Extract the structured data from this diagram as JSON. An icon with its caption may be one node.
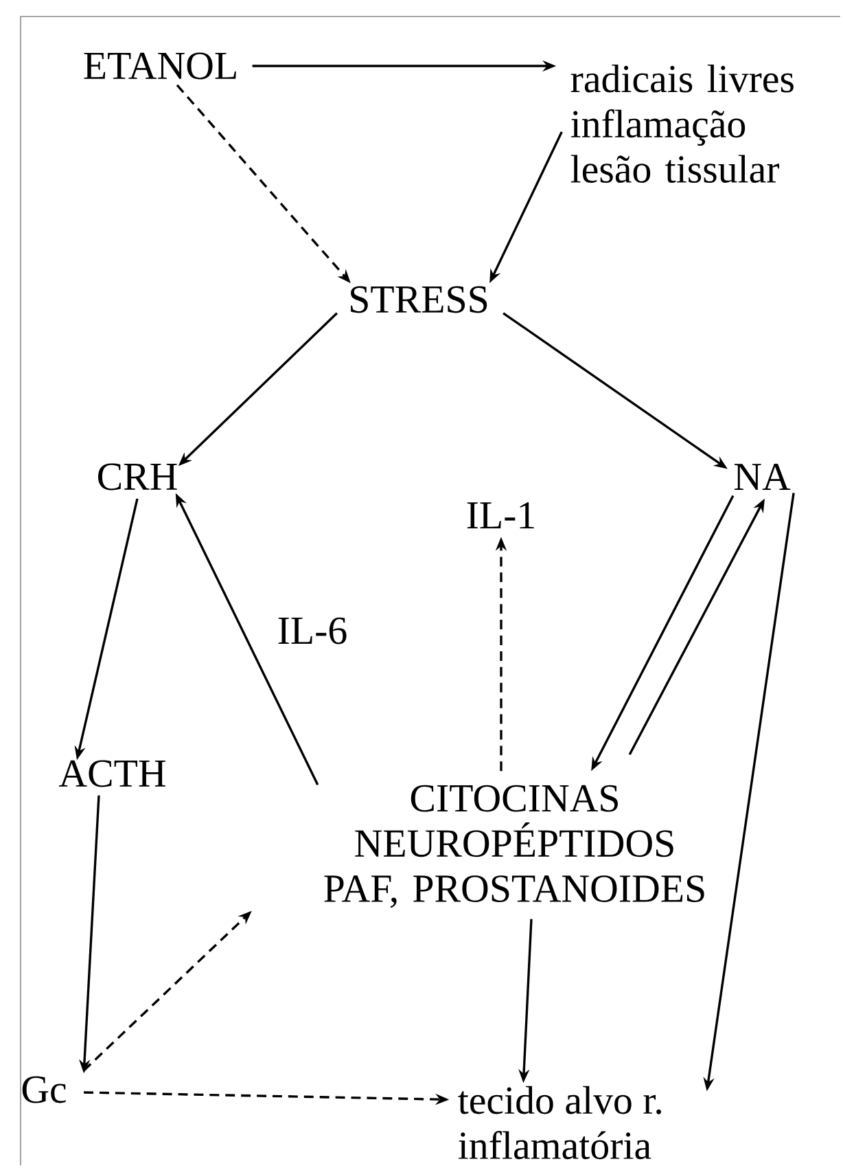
{
  "diagram": {
    "nodes": [
      {
        "text": [
          "ETANOL"
        ]
      },
      {
        "text": [
          "radicais livres inflamação lesão tissular"
        ]
      },
      {
        "text": [
          "STRESS"
        ]
      },
      {
        "text": [
          "CRH"
        ]
      },
      {
        "text": [
          "NA"
        ]
      },
      {
        "text": [
          "IL-1"
        ]
      },
      {
        "text": [
          "ACTH"
        ]
      },
      {
        "text": [
          "CITOCINAS NEUROPÉPTIDOS PAF, PROSTANOIDES"
        ]
      },
      {
        "text": [
          "Gc"
        ]
      },
      {
        "text": [
          "tecido alvo r. inflamatória"
        ]
      }
    ],
    "edges": [
      {
        "from": 0,
        "to": 1,
        "arrow": "to"
      },
      {
        "from": 0,
        "to": 2,
        "arrow": "to",
        "style": "dashed"
      },
      {
        "from": 1,
        "to": 2,
        "arrow": "to"
      },
      {
        "from": 2,
        "to": 3,
        "arrow": "to"
      },
      {
        "from": 2,
        "to": 4,
        "arrow": "to"
      },
      {
        "from": 3,
        "to": 6,
        "arrow": "to"
      },
      {
        "from": 7,
        "to": 3,
        "arrow": "to",
        "label": "IL-6"
      },
      {
        "from": 7,
        "to": 5,
        "arrow": "to",
        "style": "dashed"
      },
      {
        "from": 4,
        "to": 7,
        "arrow": "to"
      },
      {
        "from": 7,
        "to": 4,
        "arrow": "to"
      },
      {
        "from": 4,
        "to": 9,
        "arrow": "to"
      },
      {
        "from": 6,
        "to": 8,
        "arrow": "to"
      },
      {
        "from": 8,
        "to": 7,
        "arrow": "to",
        "style": "dashed"
      },
      {
        "from": 8,
        "to": 9,
        "arrow": "to",
        "style": "dashed"
      },
      {
        "from": 7,
        "to": 9,
        "arrow": "to"
      }
    ]
  }
}
